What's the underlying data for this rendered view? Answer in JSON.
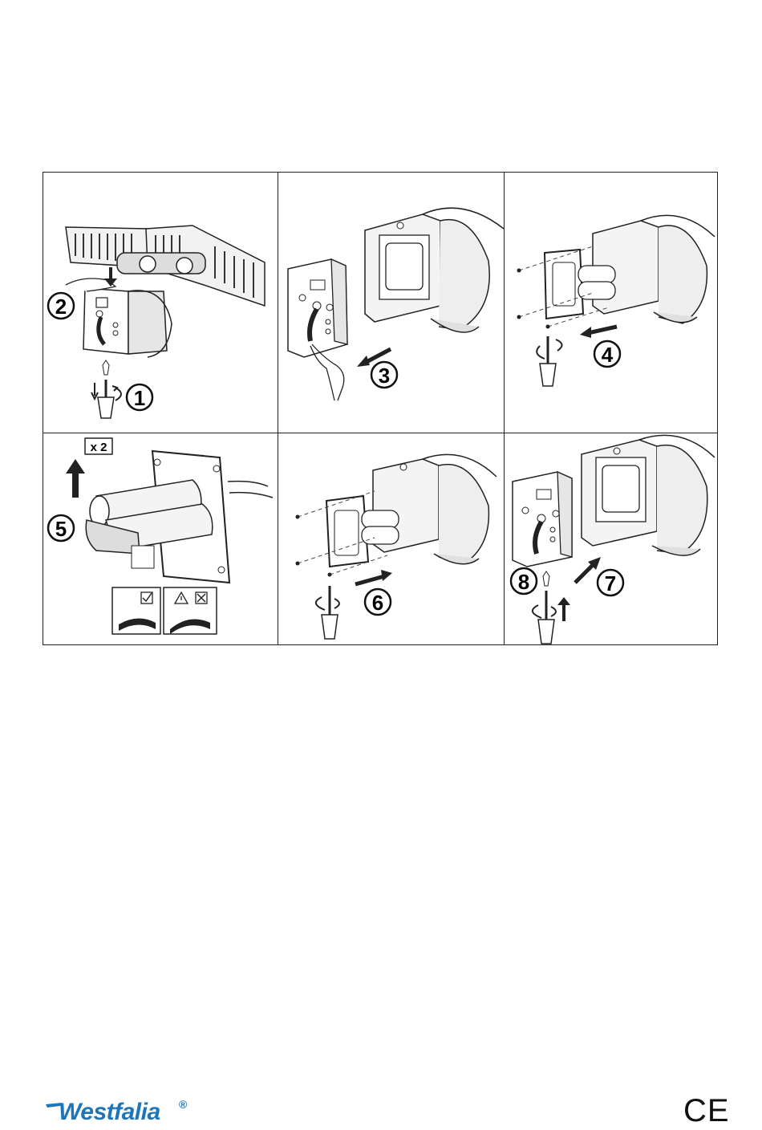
{
  "steps": {
    "s1": "1",
    "s2": "2",
    "s3": "3",
    "s4": "4",
    "s5": "5",
    "s6": "6",
    "s7": "7",
    "s8": "8"
  },
  "quantity_label": "x 2",
  "brand": {
    "name": "Westfalia",
    "registered": "®",
    "color": "#1e76b8"
  },
  "certification_mark": "CE",
  "icons": [
    "screwdriver-icon",
    "rotate-arrow-icon",
    "direction-arrow-icon",
    "check-box-icon",
    "warning-triangle-icon",
    "cross-box-icon",
    "hand-icon",
    "battery-icon"
  ]
}
